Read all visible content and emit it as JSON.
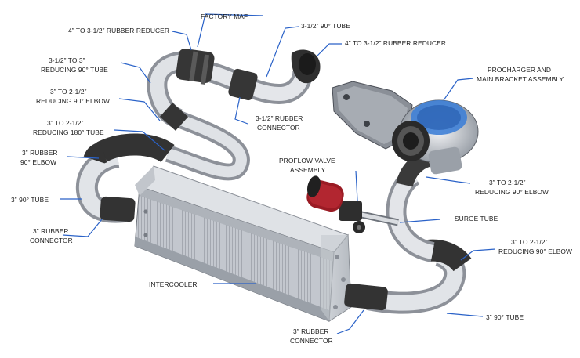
{
  "diagram": {
    "labels": {
      "factory_maf": "FACTORY MAF",
      "reducer_top_left": "4” TO 3-1/2” RUBBER REDUCER",
      "tube_3_5_90": "3-1/2” 90° TUBE",
      "reducer_top_right": "4” TO 3-1/2” RUBBER REDUCER",
      "reducing_tube_line1": "3-1/2” TO 3”",
      "reducing_tube_line2": "REDUCING 90° TUBE",
      "elbow_upper_line1": "3” TO 2-1/2”",
      "elbow_upper_line2": "REDUCING 90° ELBOW",
      "tube_180_line1": "3” TO 2-1/2”",
      "tube_180_line2": "REDUCING 180° TUBE",
      "rubber_elbow_line1": "3” RUBBER",
      "rubber_elbow_line2": "90° ELBOW",
      "tube_3_90_left": "3” 90° TUBE",
      "connector_left_line1": "3” RUBBER",
      "connector_left_line2": "CONNECTOR",
      "connector_35_line1": "3-1/2” RUBBER",
      "connector_35_line2": "CONNECTOR",
      "procharger_line1": "PROCHARGER AND",
      "procharger_line2": "MAIN BRACKET ASSEMBLY",
      "proflow_line1": "PROFLOW VALVE",
      "proflow_line2": "ASSEMBLY",
      "elbow_right_upper_line1": "3” TO 2-1/2”",
      "elbow_right_upper_line2": "REDUCING 90° ELBOW",
      "surge_tube": "SURGE TUBE",
      "elbow_right_lower_line1": "3” TO 2-1/2”",
      "elbow_right_lower_line2": "REDUCING 90° ELBOW",
      "intercooler": "INTERCOOLER",
      "tube_3_90_right": "3” 90° TUBE",
      "connector_bottom_line1": "3” RUBBER",
      "connector_bottom_line2": "CONNECTOR"
    },
    "colors": {
      "leader": "#2a62c8",
      "rubber": "#333333",
      "tube": "#c9ccd2",
      "intercooler": "#b9bec6",
      "filter": "#b0202a",
      "blower_accent": "#3e7fd6"
    }
  }
}
